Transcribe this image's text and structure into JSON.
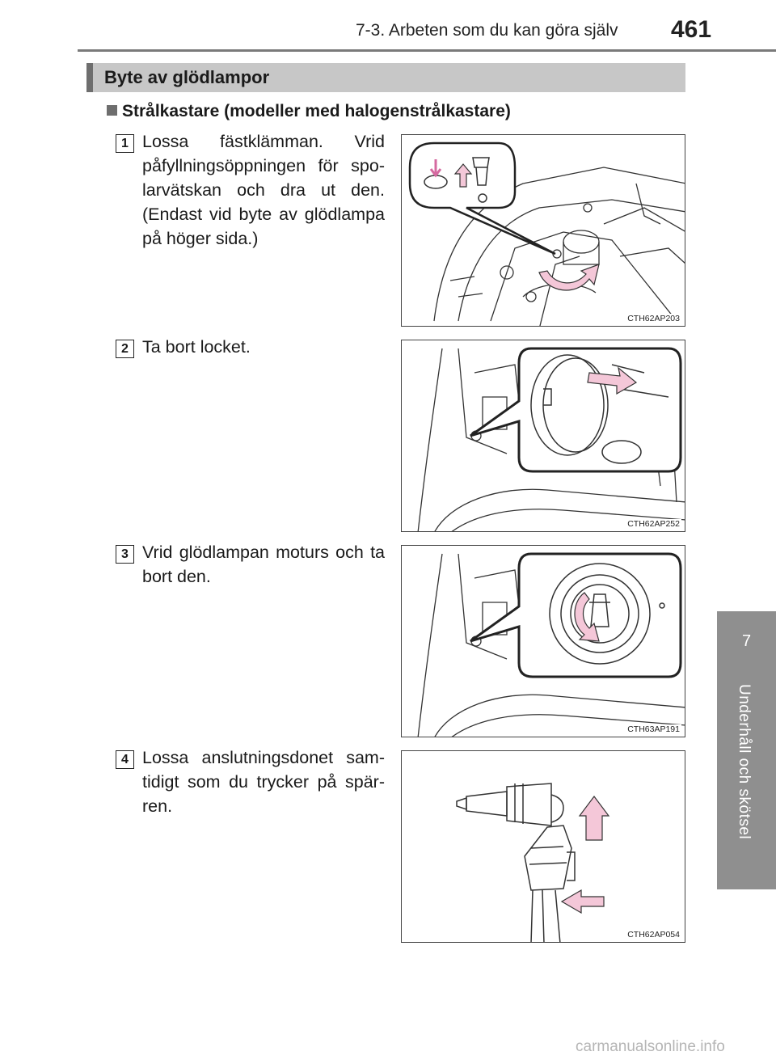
{
  "header": {
    "section_title": "7-3. Arbeten som du kan göra själv",
    "page_number": "461"
  },
  "side_tab": {
    "chapter_number": "7",
    "chapter_label": "Underhåll och skötsel"
  },
  "section_heading": "Byte av glödlampor",
  "sub_heading": "Strålkastare (modeller med halogenstrålkastare)",
  "steps": [
    {
      "number": "1",
      "text": "Lossa fästklämman. Vrid påfyllningsöppningen för spo-larvätskan och dra ut den. (Endast vid byte av glödlampa på höger sida.)",
      "figure_code": "CTH62AP203"
    },
    {
      "number": "2",
      "text": "Ta bort locket.",
      "figure_code": "CTH62AP252"
    },
    {
      "number": "3",
      "text": "Vrid glödlampan moturs och ta bort den.",
      "figure_code": "CTH63AP191"
    },
    {
      "number": "4",
      "text": "Lossa anslutningsdonet sam-tidigt som du trycker på spär-ren.",
      "figure_code": "CTH62AP054"
    }
  ],
  "colors": {
    "arrow_fill": "#f4c7d8",
    "rule_gray": "#7a7a7a",
    "tab_gray": "#8f8f8f",
    "heading_bar": "#c7c7c7"
  },
  "watermark": "carmanualsonline.info"
}
